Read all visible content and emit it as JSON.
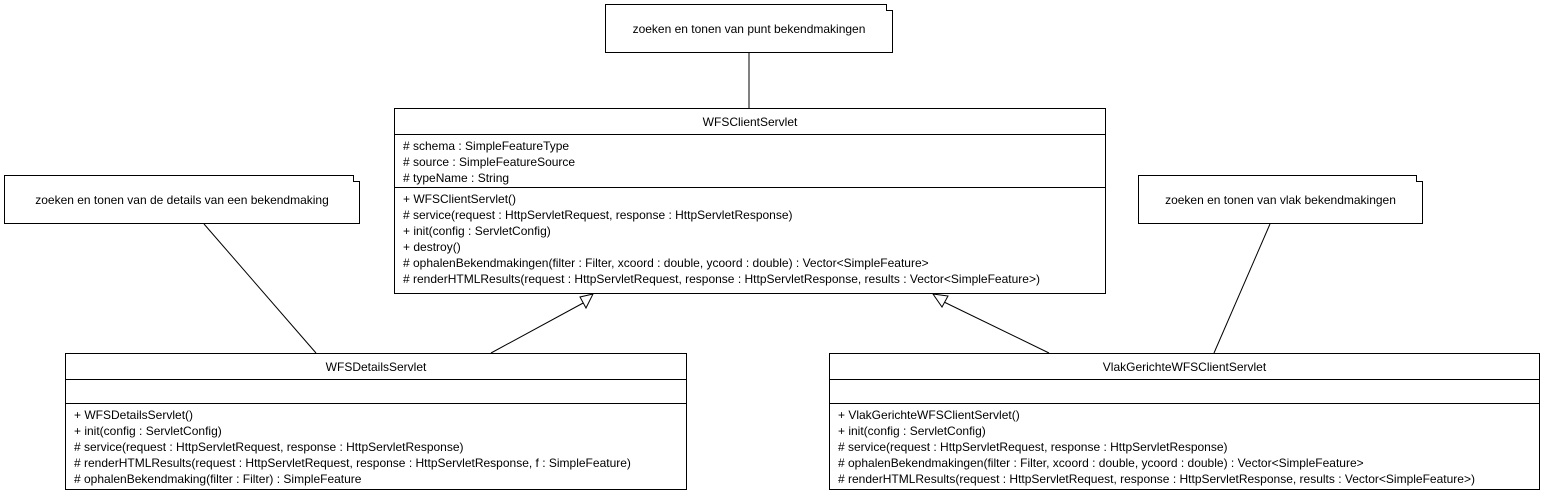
{
  "notes": {
    "top": "zoeken en tonen van punt bekendmakingen",
    "left": "zoeken en tonen van de details van een bekendmaking",
    "right": "zoeken en tonen van vlak bekendmakingen"
  },
  "classes": {
    "wfs_client_servlet": {
      "name": "WFSClientServlet",
      "attributes": [
        "# schema : SimpleFeatureType",
        "# source : SimpleFeatureSource",
        "# typeName : String"
      ],
      "operations": [
        "+ WFSClientServlet()",
        "# service(request : HttpServletRequest, response : HttpServletResponse)",
        "+ init(config : ServletConfig)",
        "+ destroy()",
        "# ophalenBekendmakingen(filter : Filter, xcoord : double, ycoord : double) : Vector<SimpleFeature>",
        "# renderHTMLResults(request : HttpServletRequest, response : HttpServletResponse, results : Vector<SimpleFeature>)"
      ]
    },
    "wfs_details_servlet": {
      "name": "WFSDetailsServlet",
      "attributes": [],
      "operations": [
        "+ WFSDetailsServlet()",
        "+ init(config : ServletConfig)",
        "# service(request : HttpServletRequest, response : HttpServletResponse)",
        "# renderHTMLResults(request : HttpServletRequest, response : HttpServletResponse, f : SimpleFeature)",
        "# ophalenBekendmaking(filter : Filter) : SimpleFeature"
      ]
    },
    "vlak_gerichte_wfs_client_servlet": {
      "name": "VlakGerichteWFSClientServlet",
      "attributes": [],
      "operations": [
        "+ VlakGerichteWFSClientServlet()",
        "+ init(config : ServletConfig)",
        "# service(request : HttpServletRequest, response : HttpServletResponse)",
        "# ophalenBekendmakingen(filter : Filter, xcoord : double, ycoord : double) : Vector<SimpleFeature>",
        "# renderHTMLResults(request : HttpServletRequest, response : HttpServletResponse, results : Vector<SimpleFeature>)"
      ]
    }
  }
}
